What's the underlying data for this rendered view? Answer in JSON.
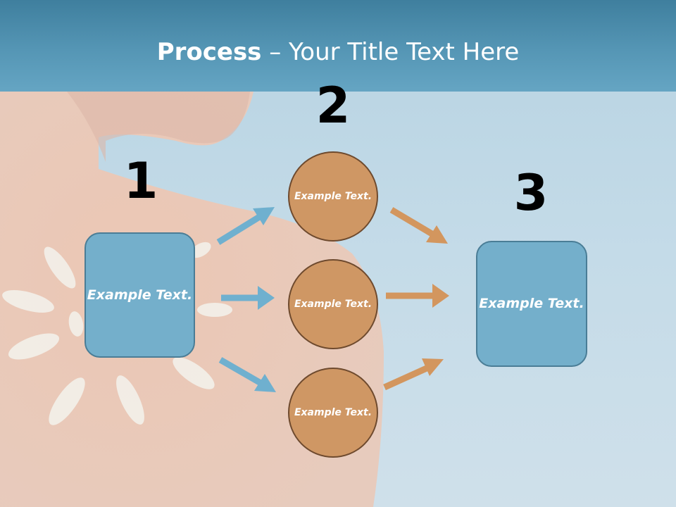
{
  "title": {
    "bold": "Process",
    "rest": " – Your Title Text Here"
  },
  "steps": [
    {
      "number": "1"
    },
    {
      "number": "2"
    },
    {
      "number": "3"
    }
  ],
  "step1_box": {
    "label": "Example Text."
  },
  "circles": [
    {
      "label": "Example Text."
    },
    {
      "label": "Example Text."
    },
    {
      "label": "Example Text."
    }
  ],
  "step3_box": {
    "label": "Example Text."
  },
  "colors": {
    "title_bar": "#4f8fae",
    "box_fill": "#74afcb",
    "circle_fill": "#cf9764",
    "arrow_blue": "#6fb0cf",
    "arrow_orange": "#d3965e",
    "text_white": "#ffffff"
  }
}
